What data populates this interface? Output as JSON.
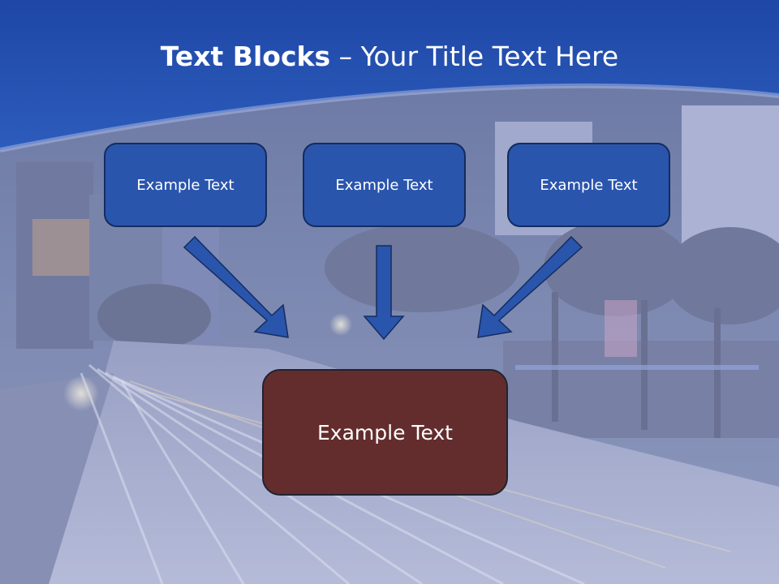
{
  "slide": {
    "title_bold": "Text Blocks",
    "title_dash": " – ",
    "title_rest": "Your Title Text Here"
  },
  "boxes": {
    "top": [
      {
        "label": "Example Text"
      },
      {
        "label": "Example Text"
      },
      {
        "label": "Example Text"
      }
    ],
    "bottom": {
      "label": "Example Text"
    }
  },
  "colors": {
    "header_blue": "#2a55ad",
    "box_blue": "#2a55ad",
    "box_maroon": "#642d2d",
    "arrow_blue": "#2a55ad"
  },
  "icons": [
    "arrow-down-right-icon",
    "arrow-down-icon",
    "arrow-down-left-icon"
  ]
}
